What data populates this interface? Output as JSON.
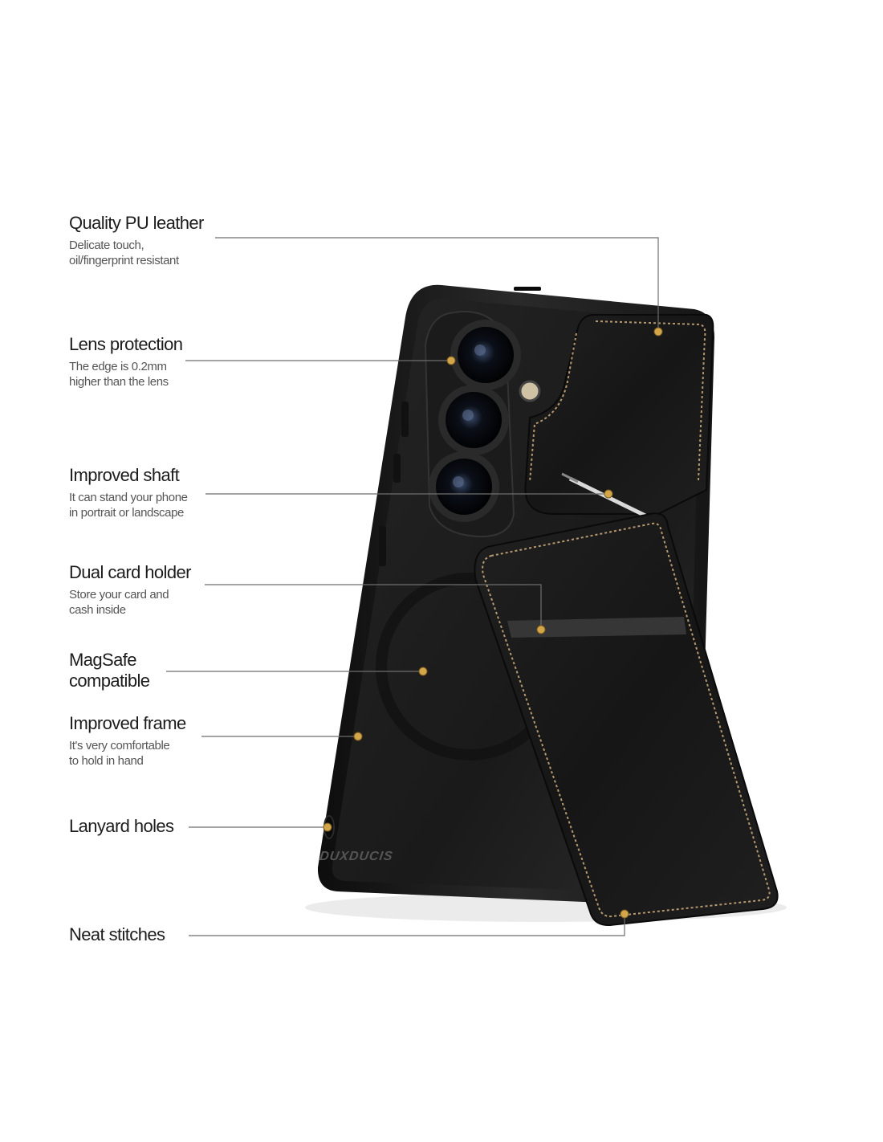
{
  "features": [
    {
      "title": "Quality PU leather",
      "desc": [
        "Delicate touch,",
        "oil/fingerprint resistant"
      ]
    },
    {
      "title": "Lens protection",
      "desc": [
        "The edge is 0.2mm",
        "higher than the lens"
      ]
    },
    {
      "title": "Improved shaft",
      "desc": [
        "It can stand your phone",
        "in portrait or landscape"
      ]
    },
    {
      "title": "Dual card holder",
      "desc": [
        "Store your card and",
        "cash inside"
      ]
    },
    {
      "title": "MagSafe compatible",
      "title_lines": [
        "MagSafe",
        "compatible"
      ],
      "desc": []
    },
    {
      "title": "Improved frame",
      "desc": [
        "It's very comfortable",
        "to hold in hand"
      ]
    },
    {
      "title": "Lanyard holes",
      "desc": []
    },
    {
      "title": "Neat stitches",
      "desc": []
    }
  ],
  "product": {
    "brand_logo": "DUXDUCIS",
    "case_color": "#1a1a1a",
    "stitch_color": "#c9a77a",
    "marker_color": "#d4a64a"
  }
}
